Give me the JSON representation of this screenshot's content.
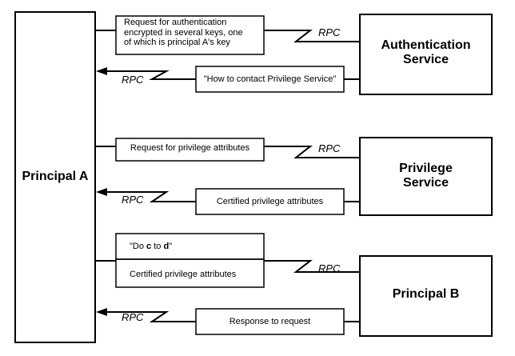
{
  "entities": {
    "principal_a": "Principal A",
    "auth_service_line1": "Authentication",
    "auth_service_line2": "Service",
    "privilege_service_line1": "Privilege",
    "privilege_service_line2": "Service",
    "principal_b": "Principal B"
  },
  "messages": {
    "auth_request_line1": "Request for authentication",
    "auth_request_line2": "encrypted in several keys, one",
    "auth_request_line3": "of which is principal A's key",
    "auth_response": "\"How to contact Privilege Service\"",
    "priv_request": "Request for privilege attributes",
    "priv_response": "Certified privilege attributes",
    "b_request_part1_prefix": "\"Do ",
    "b_request_part1_c": "c",
    "b_request_part1_mid": " to ",
    "b_request_part1_d": "d",
    "b_request_part1_suffix": "\"",
    "b_request_part2": "Certified privilege attributes",
    "b_response": "Response to request"
  },
  "rpc_label": "RPC",
  "colors": {
    "stroke": "#000000",
    "background": "#ffffff"
  }
}
